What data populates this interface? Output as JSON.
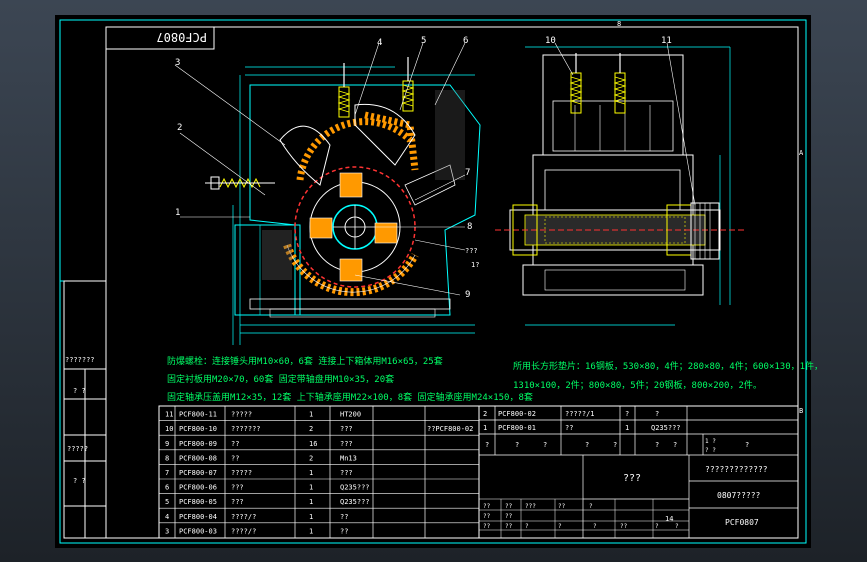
{
  "drawing": {
    "code_stamp": "PCF0807",
    "parts_callouts": [
      "1",
      "2",
      "3",
      "4",
      "5",
      "6",
      "7",
      "8",
      "9",
      "10",
      "11"
    ],
    "callout_extra": [
      "???",
      "1?"
    ],
    "grid_letter_a": "A",
    "grid_letter_b": "B",
    "grid_number": "8"
  },
  "notes": {
    "left_line1": "防爆螺栓：连接锤头用M10×60，6套  连接上下箱体用M16×65，25套",
    "left_line2": "固定衬板用M20×70，60套  固定带轴盘用M10×35，20套",
    "left_line3": "固定轴承压盖用M12×35，12套  上下轴承座用M22×100，8套  固定轴承座用M24×150，8套",
    "right_line1": "所用长方形垫片：16钢板，530×80，4件；280×80，4件；600×130，1件，",
    "right_line2": "1310×100，2件；800×80，5件；20钢板，800×200，2件。"
  },
  "left_panel_labels": [
    "???????",
    "?  ?",
    "?????",
    "?  ?"
  ],
  "bom_rows": [
    {
      "no": "11",
      "code": "PCF800-11",
      "name": "?????",
      "qty": "1",
      "mat": "HT200",
      "note": ""
    },
    {
      "no": "10",
      "code": "PCF800-10",
      "name": "???????",
      "qty": "2",
      "mat": "???",
      "note": "??PCF800-02"
    },
    {
      "no": "9",
      "code": "PCF800-09",
      "name": "??",
      "qty": "16",
      "mat": "???",
      "note": ""
    },
    {
      "no": "8",
      "code": "PCF800-08",
      "name": "??",
      "qty": "2",
      "mat": "Mn13",
      "note": ""
    },
    {
      "no": "7",
      "code": "PCF800-07",
      "name": "?????",
      "qty": "1",
      "mat": "???",
      "note": ""
    },
    {
      "no": "6",
      "code": "PCF800-06",
      "name": "???",
      "qty": "1",
      "mat": "Q235???",
      "note": ""
    },
    {
      "no": "5",
      "code": "PCF800-05",
      "name": "???",
      "qty": "1",
      "mat": "Q235???",
      "note": ""
    },
    {
      "no": "4",
      "code": "PCF800-04",
      "name": "????/?",
      "qty": "1",
      "mat": "??",
      "note": ""
    },
    {
      "no": "3",
      "code": "PCF800-03",
      "name": "????/?",
      "qty": "1",
      "mat": "??",
      "note": ""
    }
  ],
  "bom_right_rows": [
    {
      "no": "2",
      "code": "PCF800-02",
      "name": "?????/1",
      "qty": "?",
      "mat": "?"
    },
    {
      "no": "1",
      "code": "PCF800-01",
      "name": "??",
      "qty": "1",
      "mat": "Q235???"
    }
  ],
  "header_row": [
    "?",
    "?",
    "?",
    "?",
    "?",
    "?",
    "?",
    "?"
  ],
  "title_block": {
    "name": "???",
    "company": "?????????????",
    "drawing_name": "0807?????",
    "drawing_no": "PCF0807",
    "scale_cells": [
      "1 ?",
      "? ?"
    ],
    "sheet_total": "14",
    "small_cells": [
      "??",
      "??",
      "???",
      "??",
      "?",
      "??",
      "??",
      "??",
      "??",
      "?",
      "?",
      "?",
      "??",
      "?",
      "?"
    ]
  }
}
